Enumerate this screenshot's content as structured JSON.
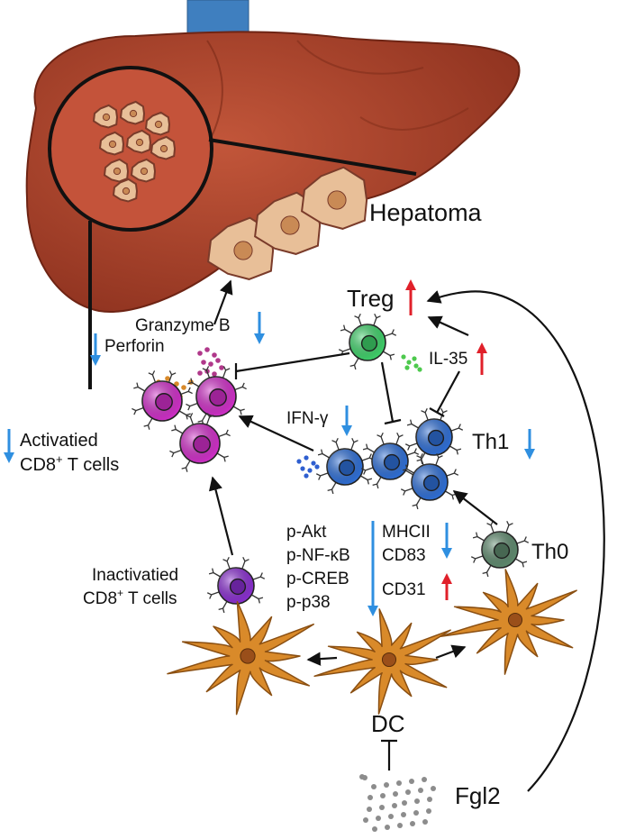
{
  "labels": {
    "hepatoma": "Hepatoma",
    "treg": "Treg",
    "il35": "IL-35",
    "granzyme": "Granzyme B",
    "perforin": "Perforin",
    "ifng": "IFN-γ",
    "th1": "Th1",
    "activated_line1": "Activatied",
    "activated_line2": "CD8",
    "activated_sup": "+",
    "activated_line2b": " T cells",
    "inactivated_line1": "Inactivatied",
    "inactivated_line2": "CD8",
    "inactivated_sup": "+",
    "inactivated_line2b": " T cells",
    "pakt": "p-Akt",
    "pnfkb": "p-NF-κB",
    "pcreb": "p-CREB",
    "pp38": "p-p38",
    "mhcii": "MHCII",
    "cd83": "CD83",
    "cd31": "CD31",
    "th0": "Th0",
    "dc": "DC",
    "fgl2": "Fgl2"
  },
  "colors": {
    "liver": "#b5472e",
    "liver_dark": "#8a2f1c",
    "hepatocyte": "#e8bf98",
    "nucleus": "#c98a55",
    "treg_cell": "#3fd16a",
    "th1_cell": "#2f6fd6",
    "cd8_active": "#d02fc8",
    "cd8_inactive": "#8a2fd0",
    "th0_cell": "#5f8a6e",
    "dc_cell": "#d98a2a",
    "up_arrow": "#e0202a",
    "down_arrow": "#2f8fe0"
  },
  "indicators": {
    "treg": "up",
    "il35": "up",
    "granzyme": "down",
    "perforin": "down",
    "ifng": "down",
    "th1": "down",
    "activated_cd8": "down",
    "signaling": "down",
    "mhcii_cd83": "down",
    "cd31": "up"
  }
}
